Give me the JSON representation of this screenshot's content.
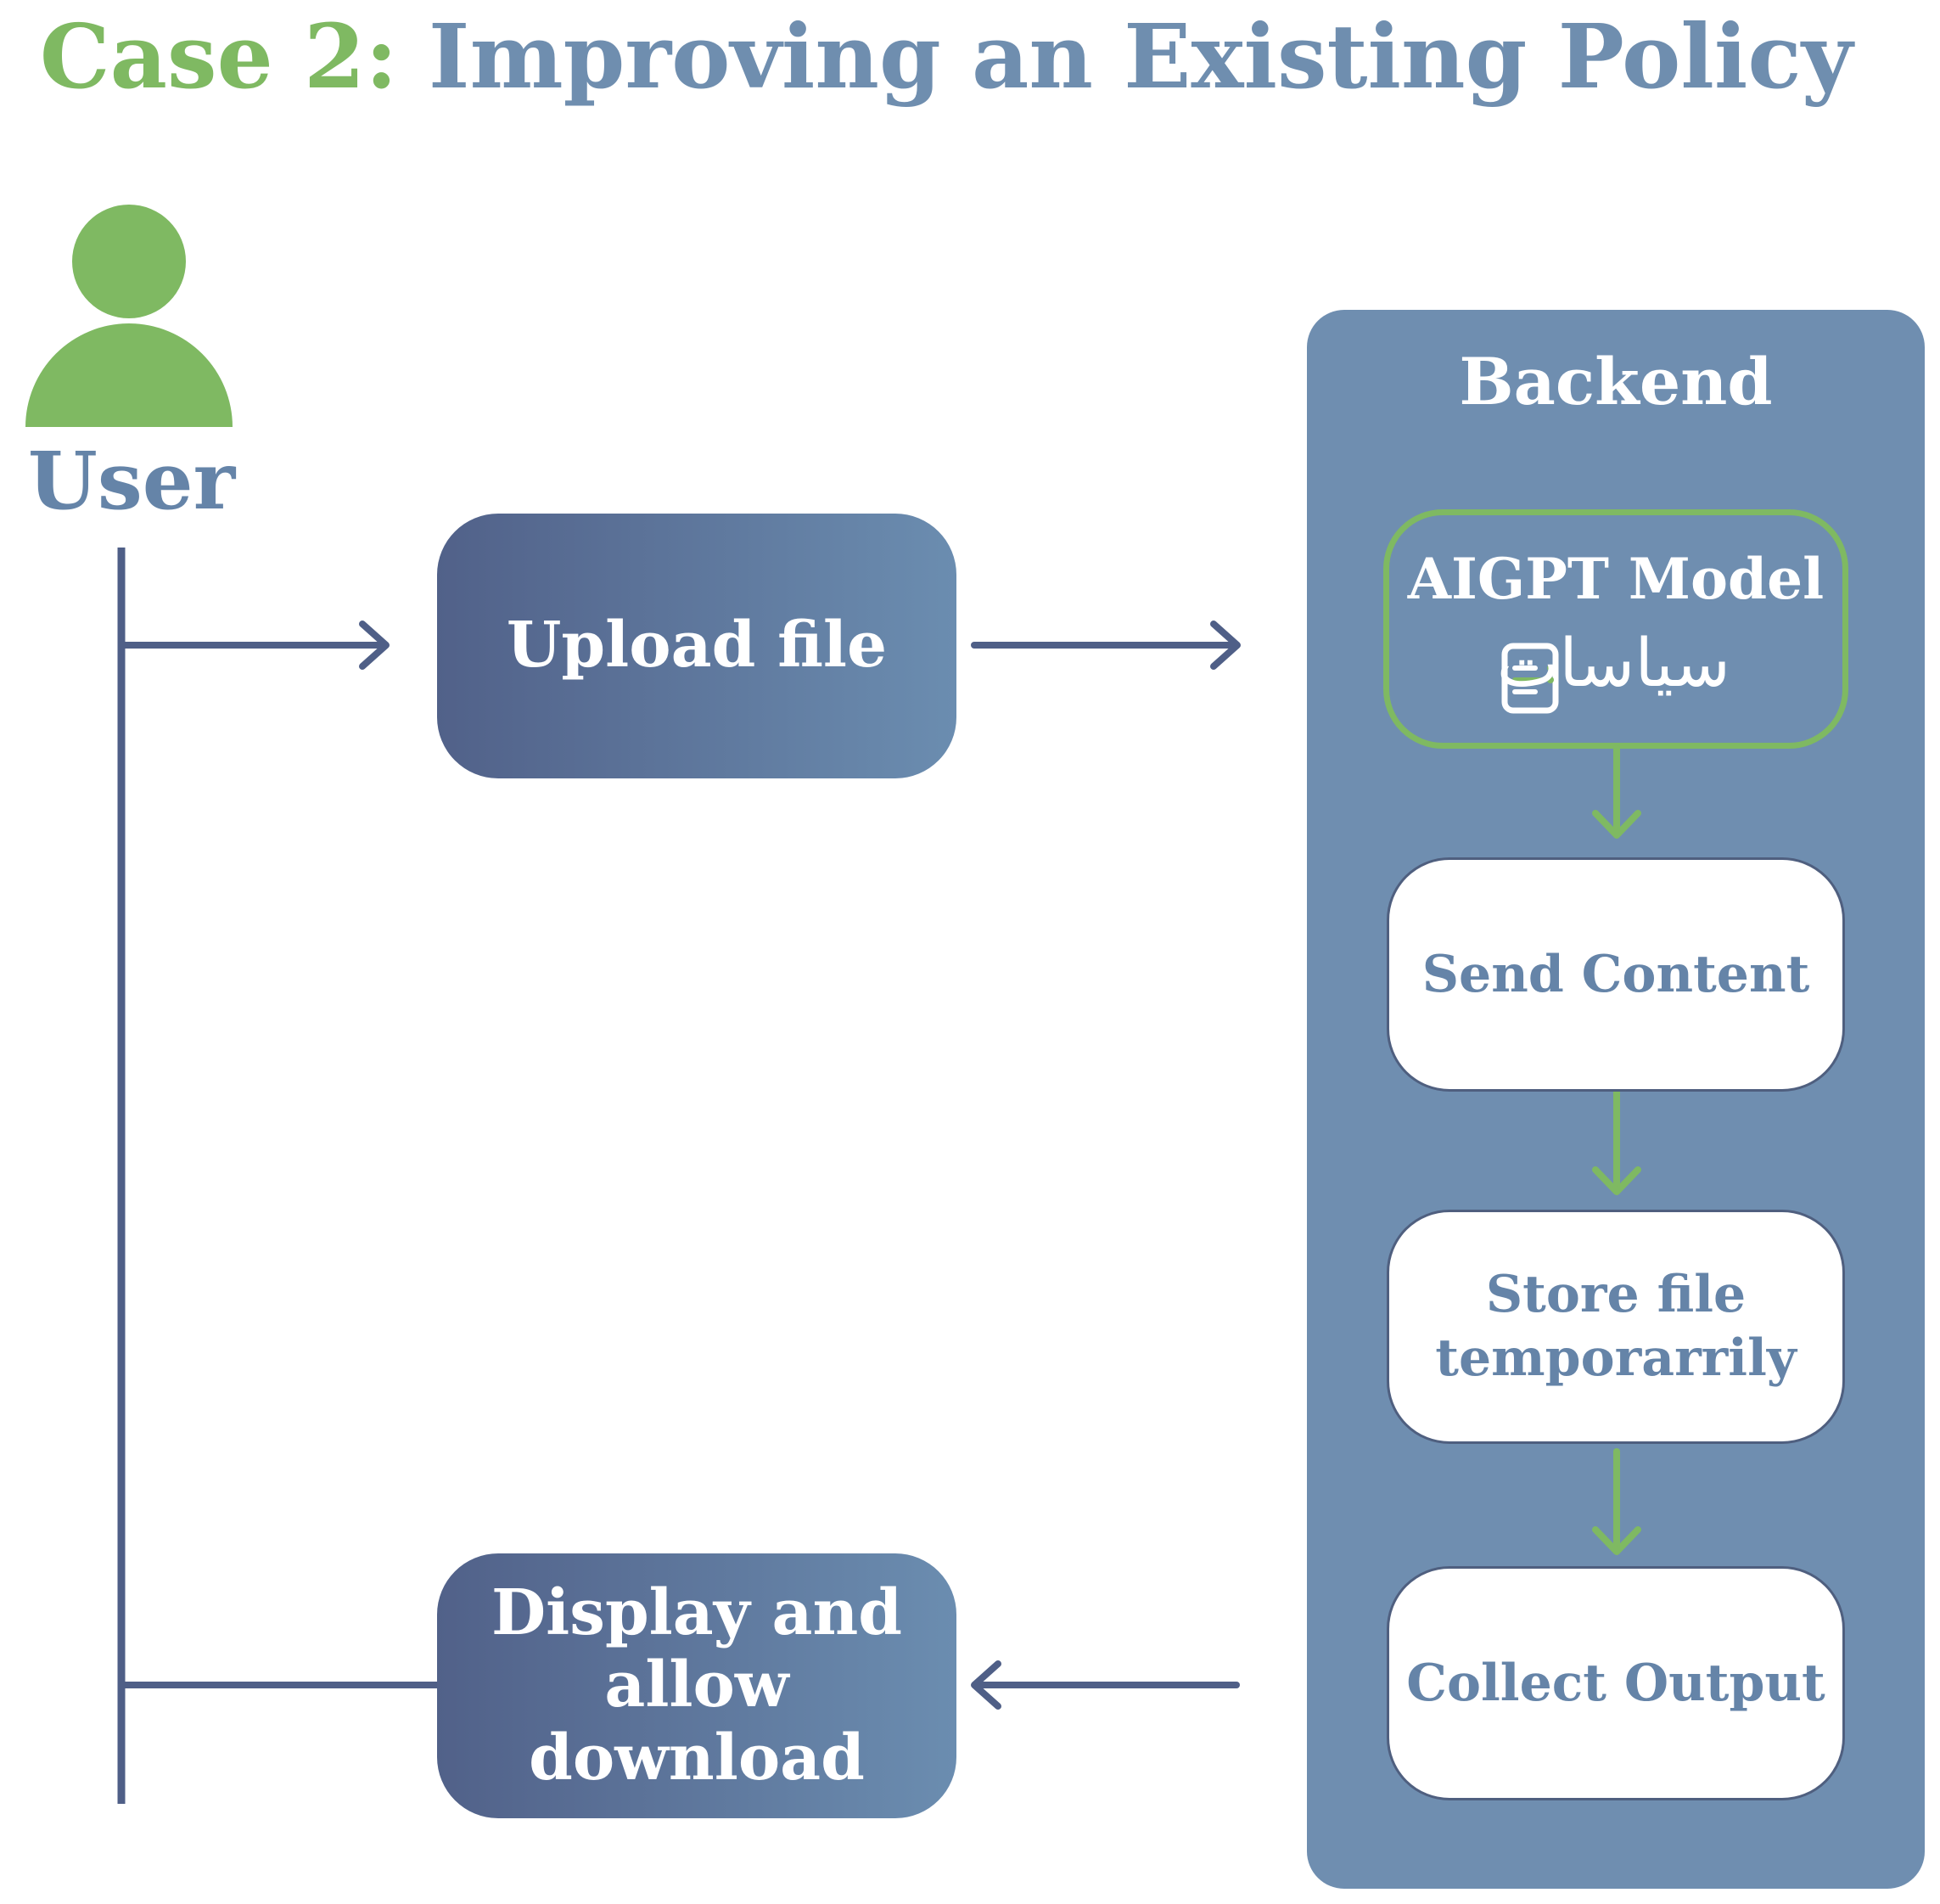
{
  "title": {
    "case_label": "Case 2:",
    "main_title": "Improving an Existing Policy"
  },
  "user": {
    "label": "User",
    "icon": "person-icon"
  },
  "actions": {
    "upload": "Upload file",
    "display_line1": "Display and",
    "display_line2": "allow download"
  },
  "backend": {
    "title": "Backend",
    "model_label": "AIGPT Model",
    "model_logo_text": "سياسات",
    "steps": {
      "send": "Send Content",
      "store_line1": "Store file",
      "store_line2": "temporarrily",
      "collect": "Collect Output"
    }
  },
  "colors": {
    "green_accent": "#7fb962",
    "blue_primary": "#6f8eaf",
    "blue_dark": "#516189",
    "panel_blue": "#6f8eb0"
  }
}
